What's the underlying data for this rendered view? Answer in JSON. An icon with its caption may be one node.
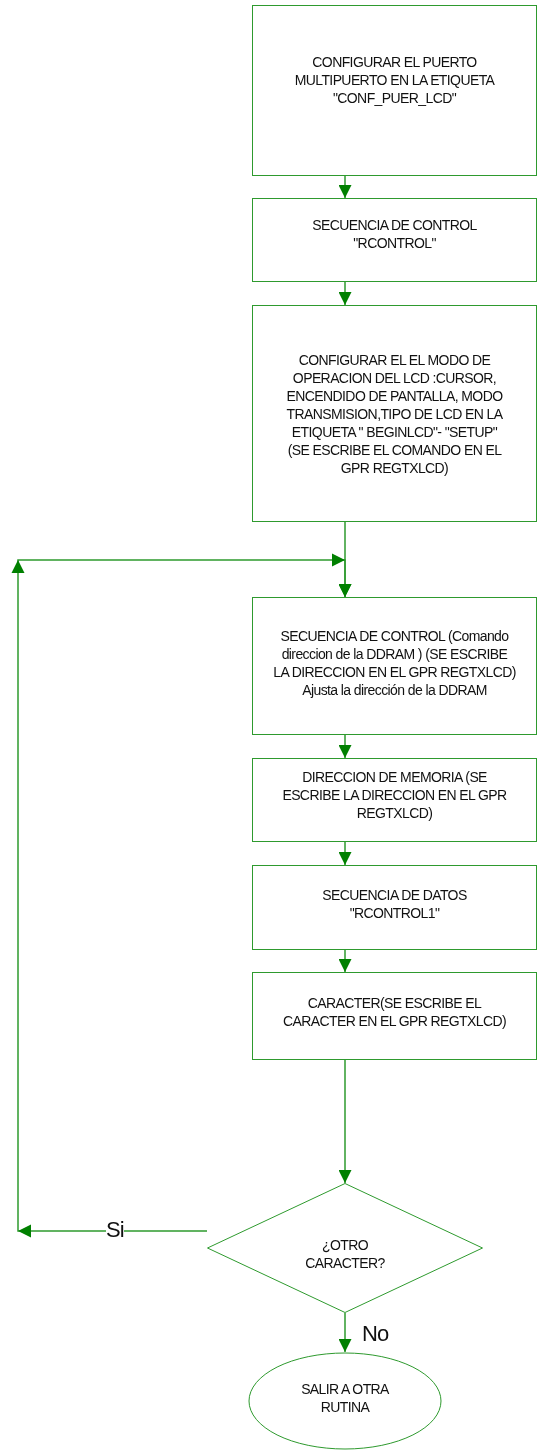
{
  "diagram": {
    "nodes": [
      {
        "text": [
          "CONFIGURAR EL PUERTO MULTIPUERTO EN LA ETIQUETA \"CONF_PUER_LCD\""
        ]
      },
      {
        "text": [
          "SECUENCIA DE CONTROL \"RCONTROL\""
        ]
      },
      {
        "text": [
          "CONFIGURAR EL EL MODO DE OPERACION DEL LCD :CURSOR, ENCENDIDO DE PANTALLA, MODO TRANSMISION,TIPO DE LCD EN LA ETIQUETA \" BEGINLCD\"- \"SETUP\" (SE ESCRIBE EL COMANDO EN EL GPR REGTXLCD)"
        ]
      },
      {
        "text": [
          "SECUENCIA DE CONTROL (Comando direccion de la DDRAM ) (SE ESCRIBE LA DIRECCION EN EL GPR REGTXLCD) Ajusta la dirección de la DDRAM"
        ]
      },
      {
        "text": [
          "DIRECCION DE MEMORIA (SE ESCRIBE LA DIRECCION EN EL GPR REGTXLCD)"
        ]
      },
      {
        "text": [
          "SECUENCIA DE DATOS \"RCONTROL1\""
        ]
      },
      {
        "text": [
          "CARACTER(SE ESCRIBE EL CARACTER EN EL GPR REGTXLCD)"
        ]
      },
      {
        "text": [
          "¿OTRO CARACTER?"
        ]
      },
      {
        "text": [
          "SALIR A OTRA RUTINA"
        ]
      }
    ],
    "edges": [
      {
        "from": 0,
        "to": 1,
        "arrow": "to"
      },
      {
        "from": 1,
        "to": 2,
        "arrow": "to"
      },
      {
        "from": 2,
        "to": 3,
        "arrow": "to"
      },
      {
        "from": 3,
        "to": 4,
        "arrow": "to"
      },
      {
        "from": 4,
        "to": 5,
        "arrow": "to"
      },
      {
        "from": 5,
        "to": 6,
        "arrow": "to"
      },
      {
        "from": 6,
        "to": 7,
        "arrow": "to"
      },
      {
        "from": 7,
        "to": 8,
        "arrow": "to",
        "label": "No"
      },
      {
        "from": 7,
        "to": 3,
        "arrow": "to",
        "label": "Si"
      }
    ]
  }
}
